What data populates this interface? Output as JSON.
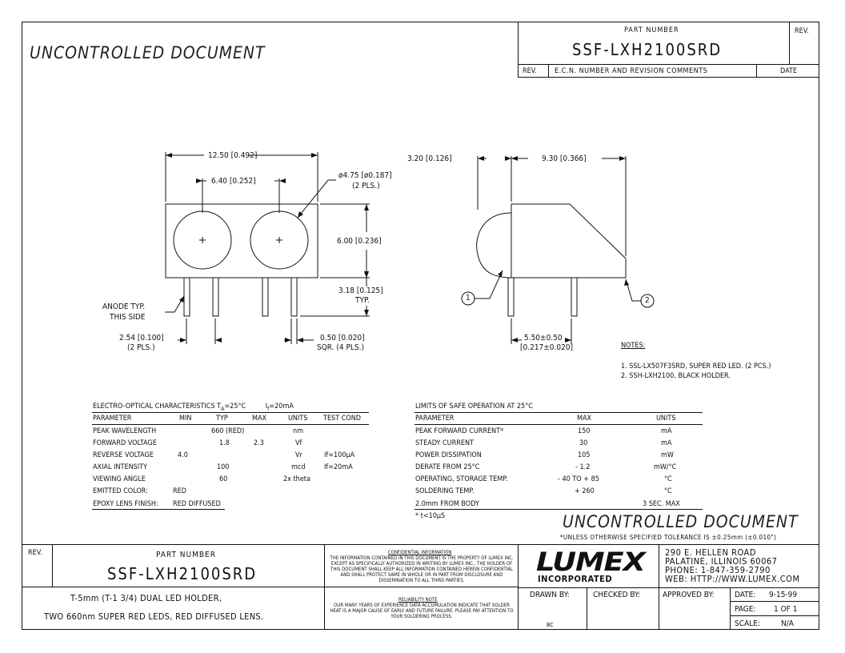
{
  "header": {
    "watermark": "UNCONTROLLED DOCUMENT",
    "part_number_label": "PART NUMBER",
    "part_number": "SSF-LXH2100SRD",
    "rev_label": "REV.",
    "rev_col": "REV.",
    "ecn_col": "E.C.N. NUMBER AND REVISION COMMENTS",
    "date_col": "DATE"
  },
  "drawing": {
    "dim_width": "12.50 [0.492]",
    "dim_pitch": "6.40 [0.252]",
    "dim_dia": "ø4.75 [ø0.187]",
    "dim_dia_note": "(2 PLS.)",
    "dim_height": "6.00 [0.236]",
    "dim_lead": "3.18 [0.125]",
    "dim_lead_note": "TYP.",
    "anode_1": "ANODE TYP.",
    "anode_2": "THIS SIDE",
    "dim_lead_pitch": "2.54 [0.100]",
    "dim_lead_pitch_note": "(2 PLS.)",
    "dim_lead_sq": "0.50 [0.020]",
    "dim_lead_sq_note": "SQR. (4 PLS.)",
    "dim_lens": "3.20 [0.126]",
    "dim_depth": "9.30 [0.366]",
    "dim_offset": "5.50±0.50",
    "dim_offset_in": "[0.217±0.020]",
    "callout_1": "1",
    "callout_2": "2"
  },
  "notes": {
    "title": "NOTES:",
    "items": [
      "1. SSL-LX507F3SRD, SUPER RED LED. (2 PCS.)",
      "2. SSH-LXH2100, BLACK HOLDER."
    ]
  },
  "electro": {
    "title": "ELECTRO-OPTICAL CHARACTERISTICS T",
    "title_sub": "A",
    "title_end": "=25°C",
    "title_if": "I",
    "title_if_sub": "f",
    "title_if_end": "=20mA",
    "headers": [
      "PARAMETER",
      "MIN",
      "TYP",
      "MAX",
      "UNITS",
      "TEST COND"
    ],
    "rows": [
      [
        "PEAK WAVELENGTH",
        "",
        "660 (RED)",
        "",
        "nm",
        ""
      ],
      [
        "FORWARD VOLTAGE",
        "",
        "1.8",
        "2.3",
        "Vf",
        ""
      ],
      [
        "REVERSE VOLTAGE",
        "4.0",
        "",
        "",
        "Vr",
        "If=100µA"
      ],
      [
        "AXIAL INTENSITY",
        "",
        "100",
        "",
        "mcd",
        "If=20mA"
      ],
      [
        "VIEWING ANGLE",
        "",
        "60",
        "",
        "2x theta",
        ""
      ]
    ],
    "emitted_label": "EMITTED COLOR:",
    "emitted_value": "RED",
    "epoxy_label": "EPOXY LENS FINISH:",
    "epoxy_value": "RED DIFFUSED"
  },
  "limits": {
    "title": "LIMITS OF SAFE OPERATION AT 25°C",
    "headers": [
      "PARAMETER",
      "MAX",
      "UNITS"
    ],
    "rows": [
      [
        "PEAK FORWARD CURRENT*",
        "150",
        "mA"
      ],
      [
        "STEADY CURRENT",
        "30",
        "mA"
      ],
      [
        "POWER DISSIPATION",
        "105",
        "mW"
      ],
      [
        "DERATE FROM 25°C",
        "- 1.2",
        "mW/°C"
      ],
      [
        "OPERATING, STORAGE TEMP.",
        "- 40 TO + 85",
        "°C"
      ],
      [
        "SOLDERING TEMP.",
        "+ 260",
        "°C"
      ],
      [
        "2.0mm FROM BODY",
        "",
        "3 SEC. MAX"
      ]
    ],
    "footnote": "* t<10µS"
  },
  "tolerance_note": "*UNLESS OTHERWISE SPECIFIED TOLERANCE IS ±0.25mm (±0.010\")",
  "title_block": {
    "rev_label": "REV.",
    "part_number_label": "PART NUMBER",
    "part_number": "SSF-LXH2100SRD",
    "confidential_title": "CONFIDENTIAL INFORMATION",
    "confidential_text": "THE INFORMATION CONTAINED IN THIS DOCUMENT IS THE PROPERTY OF LUMEX INC. EXCEPT AS SPECIFICALLY AUTHORIZED IN WRITING BY LUMEX INC., THE HOLDER OF THIS DOCUMENT SHALL KEEP ALL INFORMATION CONTAINED HEREIN CONFIDENTIAL AND SHALL PROTECT SAME IN WHOLE OR IN PART FROM DISCLOSURE AND DISSEMINATION TO ALL THIRD PARTIES.",
    "reliability_title": "RELIABILITY NOTE",
    "reliability_text": "OUR MANY YEARS OF EXPERIENCE DATA ACCUMULATION INDICATE THAT SOLDER HEAT IS A MAJOR CAUSE OF EARLY AND FUTURE FAILURE. PLEASE PAY ATTENTION TO YOUR SOLDERING PROCESS.",
    "logo": "LUMEX",
    "logo_sub": "INCORPORATED",
    "address_1": "290 E. HELLEN ROAD",
    "address_2": "PALATINE, ILLINOIS  60067",
    "phone": "PHONE: 1-847-359-2790",
    "web": "WEB: HTTP://WWW.LUMEX.COM",
    "description_1": "T-5mm (T-1 3/4) DUAL LED HOLDER,",
    "description_2": "TWO 660nm SUPER RED LEDS, RED DIFFUSED LENS.",
    "drawn_by_label": "DRAWN BY:",
    "drawn_by": "BC",
    "checked_by_label": "CHECKED BY:",
    "approved_by_label": "APPROVED BY:",
    "date_label": "DATE:",
    "date": "9-15-99",
    "page_label": "PAGE:",
    "page": "1 OF 1",
    "scale_label": "SCALE:",
    "scale": "N/A"
  }
}
